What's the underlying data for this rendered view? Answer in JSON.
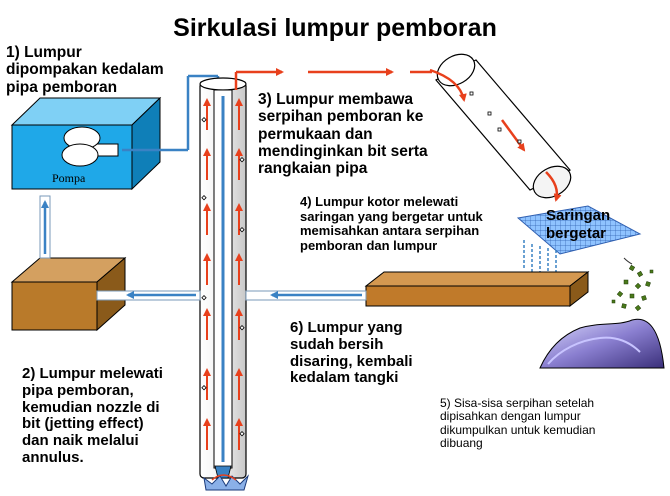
{
  "title": "Sirkulasi lumpur pemboran",
  "steps": {
    "s1": "1) Lumpur\ndipompakan kedalam\npipa pemboran",
    "s2": "2) Lumpur melewati\npipa pemboran,\nkemudian nozzle di\nbit (jetting effect)\ndan naik melalui\nannulus.",
    "s3": "3) Lumpur membawa\nserpihan pemboran ke\npermukaan dan\nmendinginkan bit serta\nrangkaian pipa",
    "s4": "4) Lumpur kotor melewati\nsaringan yang bergetar untuk\nmemisahkan antara serpihan\npemboran dan lumpur",
    "s5": "5) Sisa-sisa serpihan setelah\ndipisahkan dengan lumpur\ndikumpulkan untuk kemudian\ndibuang",
    "s6": "6) Lumpur yang\nsudah bersih\ndisaring, kembali\nkedalam tangki"
  },
  "labels": {
    "pump": "Pompa",
    "screen": "Saringan\nbergetar"
  },
  "colors": {
    "pump_box": "#1fa8e8",
    "tank": "#b97a2a",
    "trough": "#c07a2a",
    "flow_red": "#e8401c",
    "flow_blue": "#3a82c4",
    "screen_blue": "#2f7fd6",
    "cuttings_green": "#4a7a1a"
  }
}
